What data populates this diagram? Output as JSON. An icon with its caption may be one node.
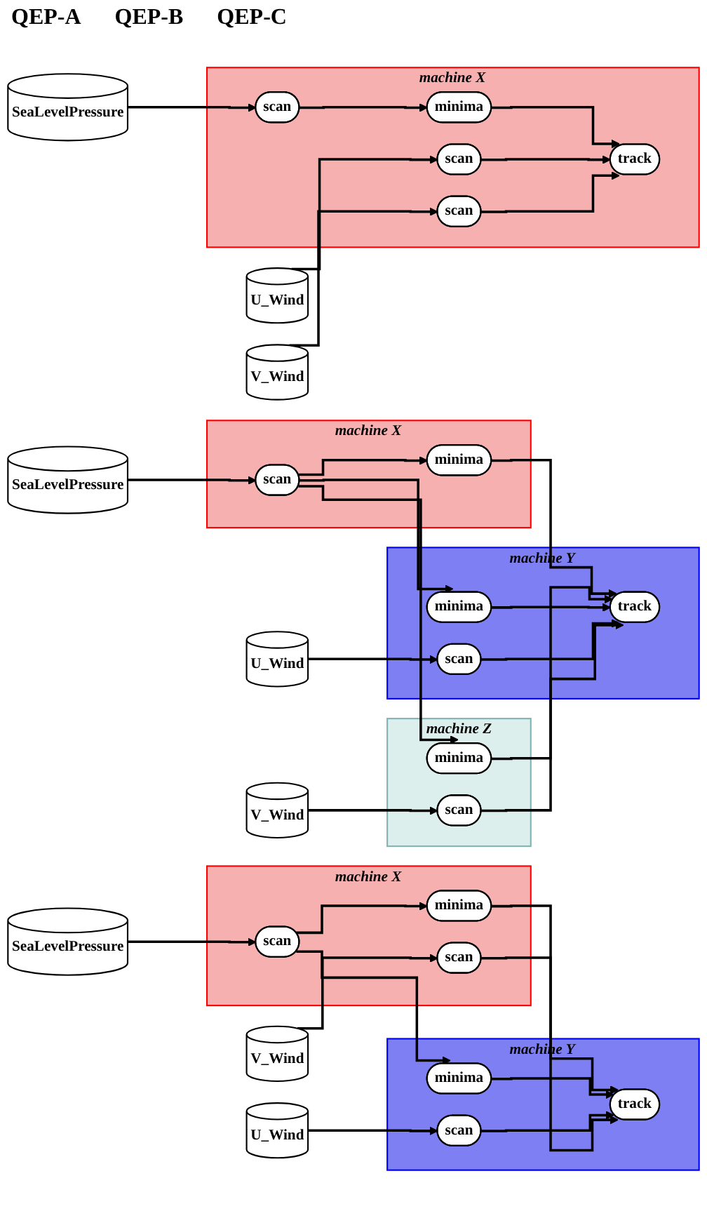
{
  "diagram": {
    "nodes": [
      {
        "text": [
          "machine X"
        ]
      },
      {
        "text": [
          "track"
        ],
        "in": 0
      },
      {
        "text": [
          "minima"
        ],
        "in": 0
      },
      {
        "text": [
          "scan"
        ],
        "in": 0
      },
      {
        "text": [
          "scan"
        ],
        "in": 0
      },
      {
        "text": [
          "scan"
        ],
        "in": 0
      },
      {
        "text": [
          "SeaLevelPressure"
        ]
      },
      {
        "text": [
          "U_Wind"
        ]
      },
      {
        "text": [
          "V_Wind"
        ]
      },
      {
        "text": [
          "machine Y"
        ]
      },
      {
        "text": [
          "track"
        ],
        "in": 9
      },
      {
        "text": [
          "machine X"
        ]
      },
      {
        "text": [
          "minima"
        ],
        "in": 11
      },
      {
        "text": [
          "minima"
        ],
        "in": 9
      },
      {
        "text": [
          "scan"
        ],
        "in": 9
      },
      {
        "text": [
          "scan"
        ],
        "in": 11
      },
      {
        "text": [
          "scan"
        ],
        "in": 11
      },
      {
        "text": [
          "SeaLevelPressure"
        ]
      },
      {
        "text": [
          "U_Wind"
        ]
      },
      {
        "text": [
          "V_Wind"
        ]
      },
      {
        "text": [
          "machine Y"
        ]
      },
      {
        "text": [
          "track"
        ],
        "in": 20
      },
      {
        "text": [
          "machine X"
        ]
      },
      {
        "text": [
          "minima"
        ],
        "in": 22
      },
      {
        "text": [
          "machine Z"
        ]
      },
      {
        "text": [
          "minima"
        ],
        "in": 24
      },
      {
        "text": [
          "minima"
        ],
        "in": 20
      },
      {
        "text": [
          "scan"
        ],
        "in": 20
      },
      {
        "text": [
          "scan"
        ],
        "in": 24
      },
      {
        "text": [
          "scan"
        ],
        "in": 22
      },
      {
        "text": [
          "SeaLevelPressure"
        ]
      },
      {
        "text": [
          "U_Wind"
        ]
      },
      {
        "text": [
          "V_Wind"
        ]
      }
    ],
    "edges": [
      {
        "from": 6,
        "to": 5,
        "arrow": "to"
      },
      {
        "from": 5,
        "to": 2,
        "arrow": "to"
      },
      {
        "from": 2,
        "to": 1,
        "arrow": "to"
      },
      {
        "from": 7,
        "to": 3,
        "arrow": "to"
      },
      {
        "from": 3,
        "to": 1,
        "arrow": "to"
      },
      {
        "from": 8,
        "to": 4,
        "arrow": "to"
      },
      {
        "from": 4,
        "to": 1,
        "arrow": "to"
      },
      {
        "from": 17,
        "to": 16,
        "arrow": "to"
      },
      {
        "from": 16,
        "to": 12,
        "arrow": "to"
      },
      {
        "from": 16,
        "to": 13,
        "arrow": "to"
      },
      {
        "from": 12,
        "to": 10,
        "arrow": "to"
      },
      {
        "from": 13,
        "to": 10,
        "arrow": "to"
      },
      {
        "from": 18,
        "to": 14,
        "arrow": "to"
      },
      {
        "from": 14,
        "to": 10,
        "arrow": "to"
      },
      {
        "from": 19,
        "to": 15,
        "arrow": "to"
      },
      {
        "from": 15,
        "to": 10,
        "arrow": "to"
      },
      {
        "from": 30,
        "to": 29,
        "arrow": "to"
      },
      {
        "from": 29,
        "to": 23,
        "arrow": "to"
      },
      {
        "from": 29,
        "to": 25,
        "arrow": "to"
      },
      {
        "from": 29,
        "to": 26,
        "arrow": "to"
      },
      {
        "from": 23,
        "to": 21,
        "arrow": "to"
      },
      {
        "from": 25,
        "to": 21,
        "arrow": "to"
      },
      {
        "from": 26,
        "to": 21,
        "arrow": "to"
      },
      {
        "from": 31,
        "to": 27,
        "arrow": "to"
      },
      {
        "from": 27,
        "to": 21,
        "arrow": "to"
      },
      {
        "from": 32,
        "to": 28,
        "arrow": "to"
      },
      {
        "from": 28,
        "to": 21,
        "arrow": "to"
      }
    ],
    "labels": [
      "QEP-A",
      "QEP-B",
      "QEP-C"
    ]
  }
}
